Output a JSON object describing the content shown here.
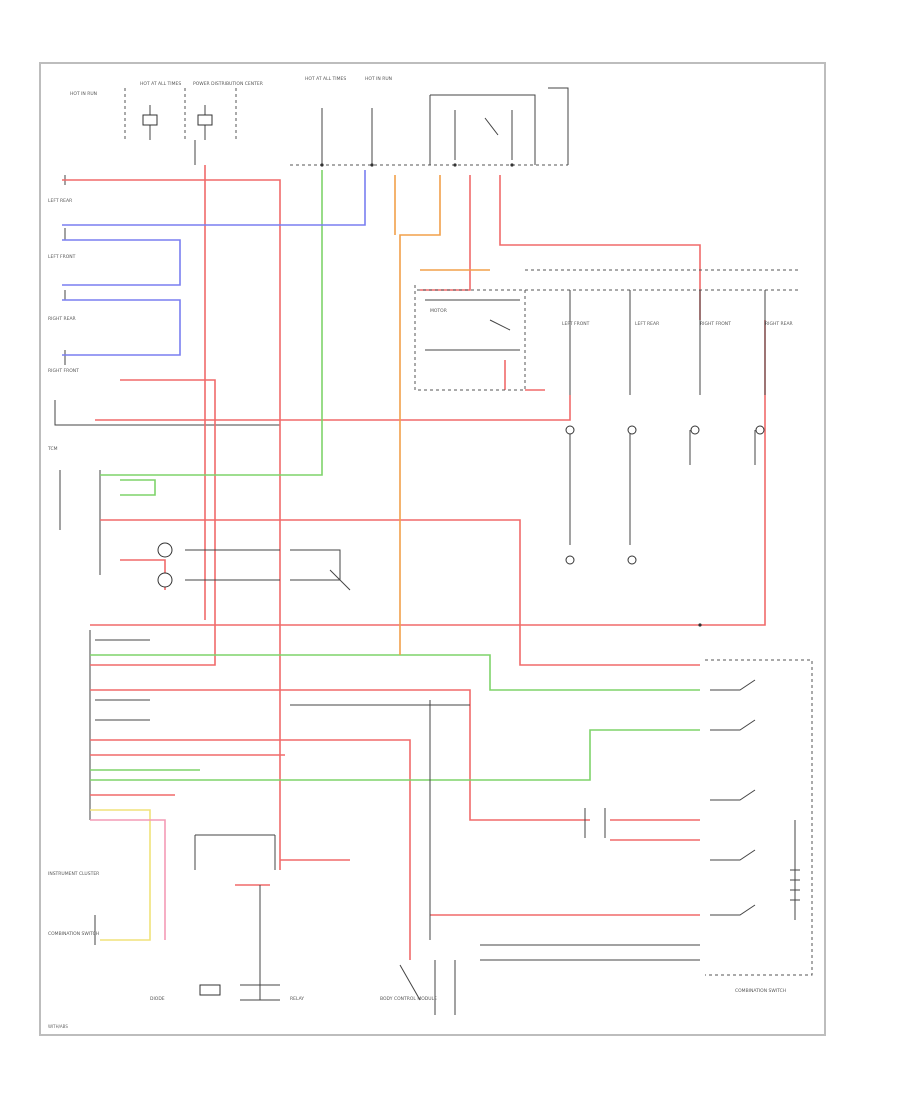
{
  "diagram": {
    "components": {
      "top_left_fuses": [
        "HOT IN RUN",
        "HOT AT ALL TIMES",
        "POWER DISTRIBUTION CENTER"
      ],
      "top_center_fuses": [
        "HOT AT ALL TIMES",
        "HOT IN RUN"
      ],
      "left_labels": [
        "LEFT REAR",
        "LEFT FRONT",
        "RIGHT REAR",
        "RIGHT FRONT",
        "TCM",
        "INSTRUMENT CLUSTER",
        "COMBINATION SWITCH"
      ],
      "center_labels": [
        "MOTOR",
        "LEFT FRONT",
        "LEFT REAR",
        "RIGHT FRONT",
        "RIGHT REAR"
      ],
      "bottom_labels": [
        "DIODE",
        "RELAY",
        "BODY CONTROL MODULE"
      ],
      "right_labels": [
        "COMBINATION SWITCH"
      ]
    },
    "footer_text": "WITH/ABS"
  }
}
